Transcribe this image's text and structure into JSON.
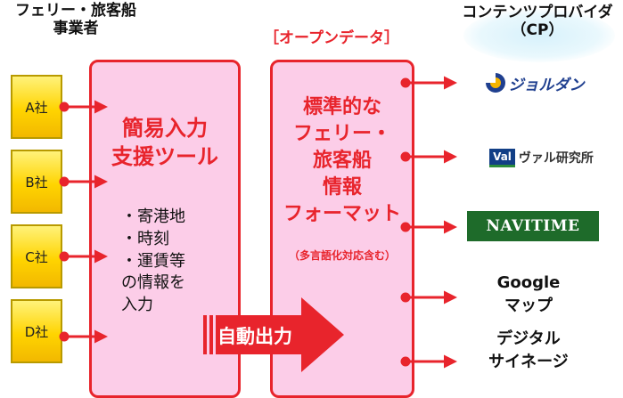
{
  "operators": {
    "header": [
      "フェリー・旅客船",
      "事業者"
    ],
    "companies": [
      "A社",
      "B社",
      "C社",
      "D社"
    ]
  },
  "tool": {
    "title": [
      "簡易入力",
      "支援ツール"
    ],
    "inputs": [
      "・寄港地",
      "・時刻",
      "・運賃等",
      "の情報を",
      "入力"
    ]
  },
  "auto_output_label": "自動出力",
  "open_data": {
    "label": "［オープンデータ］",
    "title": [
      "標準的な",
      "フェリー・",
      "旅客船",
      "情報",
      "フォーマット"
    ],
    "note": "（多言語化対応含む）"
  },
  "providers": {
    "header": [
      "コンテンツプロバイダ",
      "（CP）"
    ],
    "items": [
      {
        "name": "ジョルダン",
        "icon": "jorudan-logo"
      },
      {
        "name": "ヴァル研究所",
        "mark": "Val",
        "icon": "val-logo"
      },
      {
        "name": "NAVITIME",
        "icon": "navitime-logo"
      },
      {
        "name": "Google\nマップ"
      },
      {
        "name": "デジタル\nサイネージ"
      }
    ]
  },
  "colors": {
    "accent_red": "#e8242c",
    "panel_pink": "#fccde8",
    "company_yellow": "#ffd400",
    "navitime_green": "#1e6b2a"
  }
}
